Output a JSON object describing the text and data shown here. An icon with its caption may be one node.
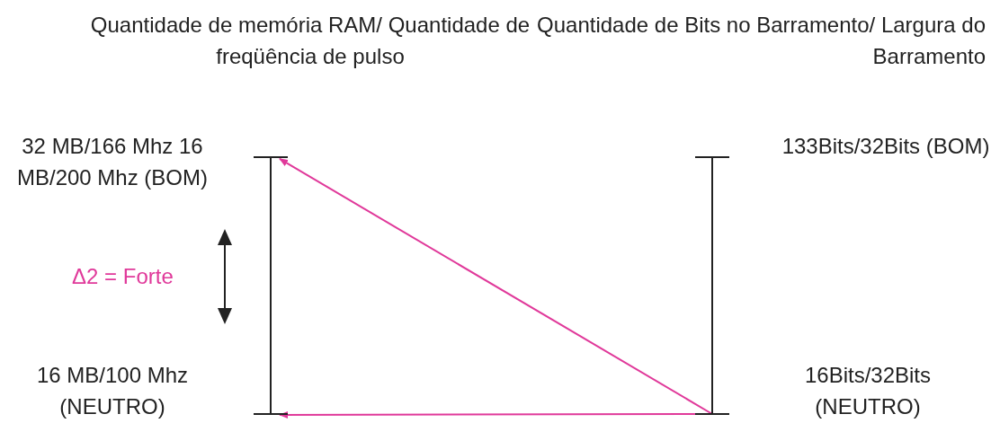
{
  "diagram": {
    "nodes": [
      {
        "text": [
          "Quantidade de memória RAM/ Quantidade de freqüência de pulso"
        ]
      },
      {
        "text": [
          "Quantidade de Bits no Barramento/ Largura do Barramento"
        ]
      },
      {
        "text": [
          "32 MB/166 Mhz 16 MB/200 Mhz (BOM)"
        ]
      },
      {
        "text": [
          "16 MB/100 Mhz (NEUTRO)"
        ]
      },
      {
        "text": [
          "133Bits/32Bits (BOM)"
        ]
      },
      {
        "text": [
          "16Bits/32Bits (NEUTRO)"
        ]
      },
      {
        "text": [],
        "shape": "bar"
      },
      {
        "text": [],
        "shape": "bar"
      }
    ],
    "edges": [
      {
        "from": 7,
        "to": 6,
        "arrow": "to"
      },
      {
        "from": 7,
        "to": 6,
        "arrow": "to"
      }
    ],
    "labels": [
      "Δ2 = Forte"
    ]
  }
}
